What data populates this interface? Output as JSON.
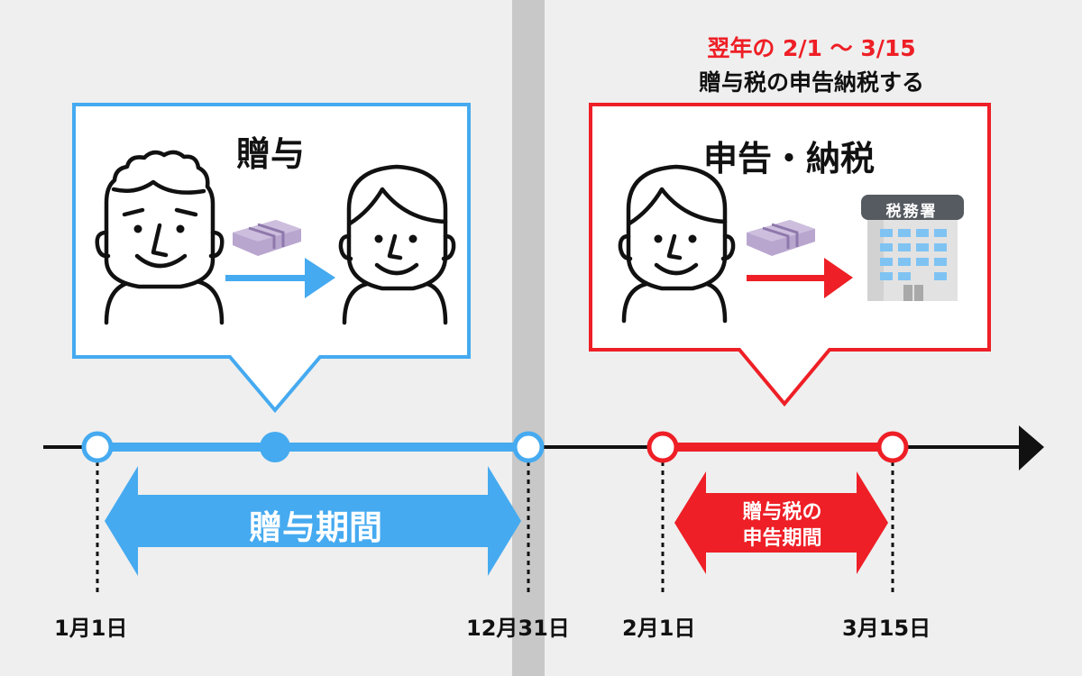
{
  "header_note": {
    "red_line": "翌年の 2/1 ～ 3/15",
    "black_line": "贈与税の申告納税する"
  },
  "gift_box": {
    "title": "贈与"
  },
  "filing_box": {
    "title": "申告・納税",
    "tax_office_sign": "税務署"
  },
  "periods": {
    "gift_period": "贈与期間",
    "filing_period_line1": "贈与税の",
    "filing_period_line2": "申告期間"
  },
  "dates": [
    "1月1日",
    "12月31日",
    "2月1日",
    "3月15日"
  ],
  "colors": {
    "blue": "#45aaf0",
    "red": "#ee1f26",
    "background": "#efefef",
    "divider": "#c8c8c8",
    "money": "#b9a6cf"
  },
  "icons": [
    "old-man-icon",
    "young-man-icon",
    "money-bundle-icon",
    "tax-office-building-icon"
  ]
}
